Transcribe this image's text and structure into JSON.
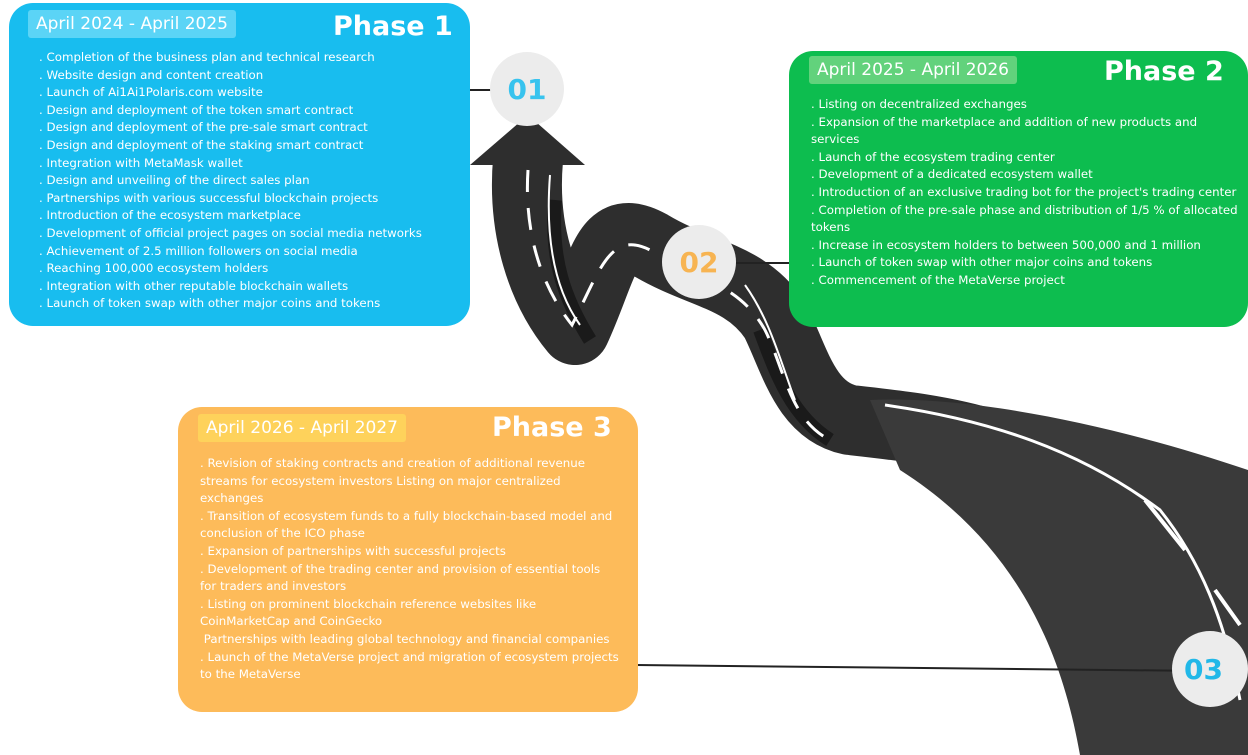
{
  "phases": [
    {
      "date_range": "April 2024 - April 2025",
      "title": "Phase 1",
      "number": "01",
      "color": "#18bdef",
      "items": [
        ". Completion of the business plan and technical research",
        ". Website design and content creation",
        ". Launch of Ai1Ai1Polaris.com website",
        ". Design and deployment of the token smart contract",
        ". Design and deployment of the pre-sale smart contract",
        ". Design and deployment of the staking smart contract",
        ". Integration with MetaMask wallet",
        ". Design and unveiling of the direct sales plan",
        ". Partnerships with various successful blockchain projects",
        ". Introduction of the ecosystem marketplace",
        ". Development of official project pages on social media networks",
        ". Achievement of 2.5 million followers on social media",
        ". Reaching 100,000 ecosystem holders",
        ". Integration with other reputable blockchain wallets",
        ". Launch of token swap with other major coins and tokens"
      ]
    },
    {
      "date_range": "April 2025 - April 2026",
      "title": "Phase 2",
      "number": "02",
      "color": "#0dbd4f",
      "items": [
        ". Listing on decentralized exchanges",
        ". Expansion of the marketplace and addition of new products and services",
        ". Launch of the ecosystem trading center",
        ". Development of a dedicated ecosystem wallet",
        ". Introduction of an exclusive trading bot for the project's trading center",
        ". Completion of the pre-sale phase and distribution of 1/5 % of allocated tokens",
        ". Increase in ecosystem holders to between 500,000 and 1 million",
        ". Launch of token swap with other major coins and tokens",
        ". Commencement of the MetaVerse project"
      ]
    },
    {
      "date_range": "April 2026 - April 2027",
      "title": "Phase 3",
      "number": "03",
      "color": "#fdbb5a",
      "items": [
        ". Revision of staking contracts and creation of additional revenue streams for ecosystem investors Listing on major centralized exchanges",
        ". Transition of ecosystem funds to a fully blockchain-based model and conclusion of the ICO phase",
        ". Expansion of partnerships with successful projects",
        ". Development of the trading center and provision of essential tools for traders and investors",
        ". Listing on prominent blockchain reference websites like CoinMarketCap and CoinGecko",
        " Partnerships with leading global technology and financial companies",
        ". Launch of the MetaVerse project and migration of ecosystem projects to the MetaVerse"
      ]
    }
  ]
}
